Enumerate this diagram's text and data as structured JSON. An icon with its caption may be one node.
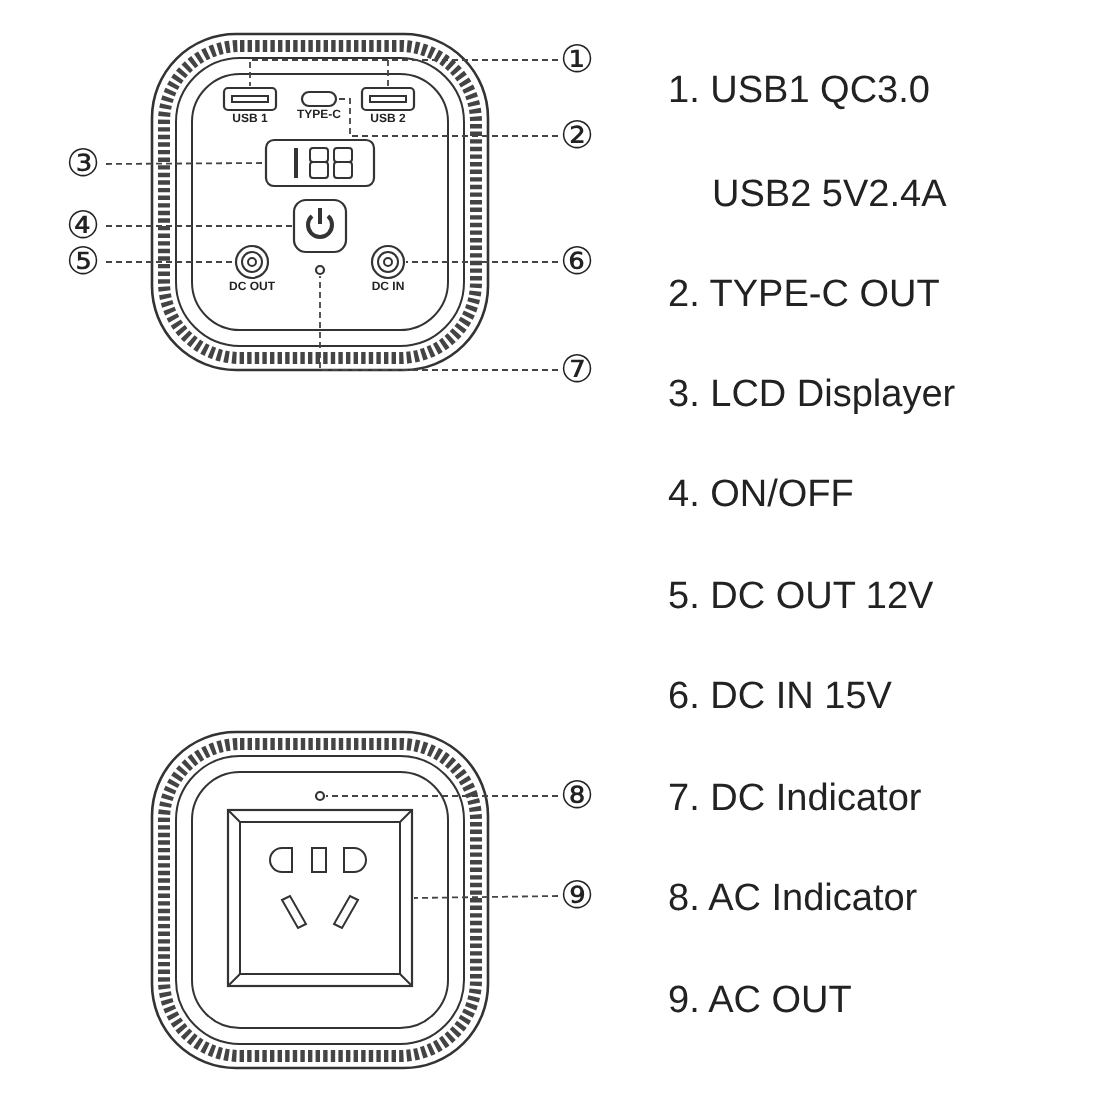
{
  "diagram": {
    "nodes": [
      {
        "text": [
          "①"
        ]
      },
      {
        "text": [
          "②"
        ]
      },
      {
        "text": [
          "③"
        ]
      },
      {
        "text": [
          "④"
        ]
      },
      {
        "text": [
          "⑤"
        ]
      },
      {
        "text": [
          "⑥"
        ]
      },
      {
        "text": [
          "⑦"
        ]
      },
      {
        "text": [
          "⑧"
        ]
      },
      {
        "text": [
          "⑨"
        ]
      },
      {
        "text": [],
        "shape": "box",
        "beside": [
          "USB 1"
        ]
      },
      {
        "text": [],
        "shape": "box",
        "beside": [
          "USB 2"
        ]
      },
      {
        "text": [],
        "shape": "box",
        "beside": [
          "TYPE-C"
        ]
      },
      {
        "text": [],
        "shape": "box"
      },
      {
        "text": [],
        "shape": "box"
      },
      {
        "text": [],
        "shape": "circle",
        "beside": [
          "DC OUT"
        ]
      },
      {
        "text": [],
        "shape": "circle",
        "beside": [
          "DC IN"
        ]
      },
      {
        "text": [],
        "shape": "circle"
      },
      {
        "text": [],
        "shape": "circle"
      },
      {
        "text": [],
        "shape": "box"
      }
    ],
    "edges": [
      {
        "from": 0,
        "to": 9,
        "arrow": "none"
      },
      {
        "from": 0,
        "to": 10,
        "arrow": "none"
      },
      {
        "from": 1,
        "to": 11,
        "arrow": "none"
      },
      {
        "from": 2,
        "to": 12,
        "arrow": "none"
      },
      {
        "from": 3,
        "to": 13,
        "arrow": "none"
      },
      {
        "from": 4,
        "to": 14,
        "arrow": "none"
      },
      {
        "from": 5,
        "to": 15,
        "arrow": "none"
      },
      {
        "from": 6,
        "to": 16,
        "arrow": "none"
      },
      {
        "from": 7,
        "to": 17,
        "arrow": "none"
      },
      {
        "from": 8,
        "to": 18,
        "arrow": "none"
      }
    ],
    "labels": [
      "1. USB1 QC3.0",
      "USB2 5V2.4A",
      "2. TYPE-C OUT",
      "3. LCD Displayer",
      "4. ON/OFF",
      "5. DC OUT 12V",
      "6. DC IN 15V",
      "7. DC Indicator",
      "8. AC Indicator",
      "9. AC OUT"
    ]
  }
}
